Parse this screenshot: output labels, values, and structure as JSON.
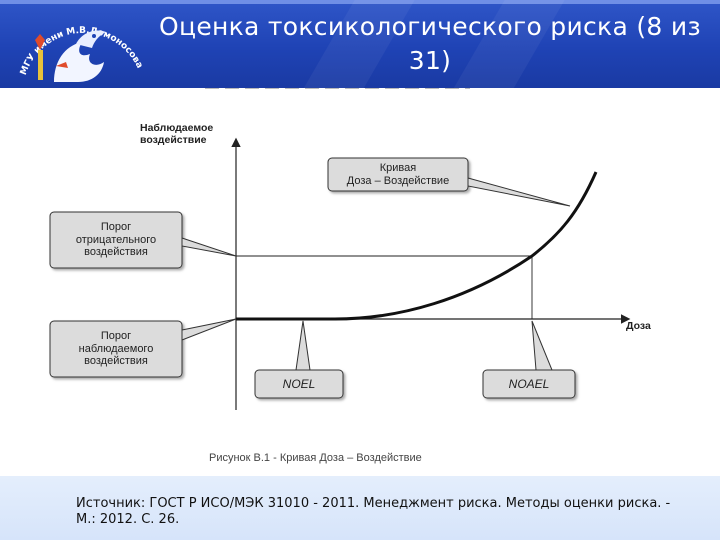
{
  "header": {
    "title": "Оценка токсикологического риска (8 из 31)",
    "logo_text": "МГУ имени М.В.Ломоносова",
    "colors": {
      "background": "#1f43b5",
      "title": "#ffffff"
    }
  },
  "diagram": {
    "y_axis_label_line1": "Наблюдаемое",
    "y_axis_label_line2": "воздействие",
    "x_axis_label": "Доза",
    "callouts": {
      "curve": {
        "line1": "Кривая",
        "line2": "Доза – Воздействие"
      },
      "negative_threshold": {
        "line1": "Порог",
        "line2": "отрицательного",
        "line3": "воздействия"
      },
      "observed_threshold": {
        "line1": "Порог",
        "line2": "наблюдаемого",
        "line3": "воздействия"
      },
      "noel": "NOEL",
      "noael": "NOAEL"
    },
    "caption": "Рисунок В.1 - Кривая Доза – Воздействие"
  },
  "footer": {
    "source": "Источник: ГОСТ Р ИСО/МЭК 31010 - 2011. Менеджмент риска. Методы оценки риска. - М.: 2012. С. 26."
  }
}
